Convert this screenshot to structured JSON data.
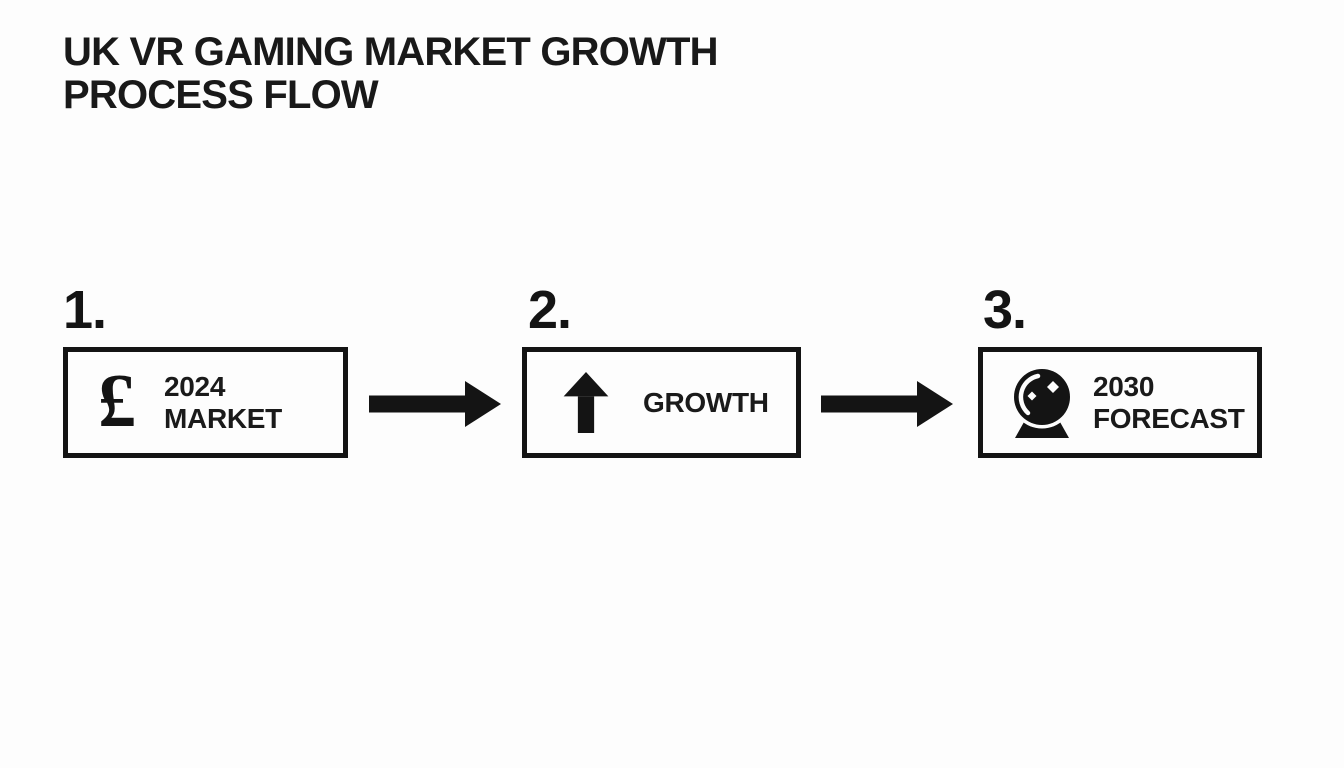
{
  "title": {
    "line1": "UK VR GAMING MARKET GROWTH",
    "line2": "PROCESS FLOW"
  },
  "steps": [
    {
      "number": "1.",
      "icon": "pound-sterling-icon",
      "icon_glyph": "£",
      "label_line1": "2024",
      "label_line2": "MARKET"
    },
    {
      "number": "2.",
      "icon": "up-arrow-icon",
      "label_line1": "GROWTH",
      "label_line2": ""
    },
    {
      "number": "3.",
      "icon": "crystal-ball-icon",
      "label_line1": "2030",
      "label_line2": "FORECAST"
    }
  ],
  "connectors": [
    {
      "type": "right-arrow"
    },
    {
      "type": "right-arrow"
    }
  ],
  "colors": {
    "background": "#fdfdfd",
    "ink": "#141414"
  }
}
